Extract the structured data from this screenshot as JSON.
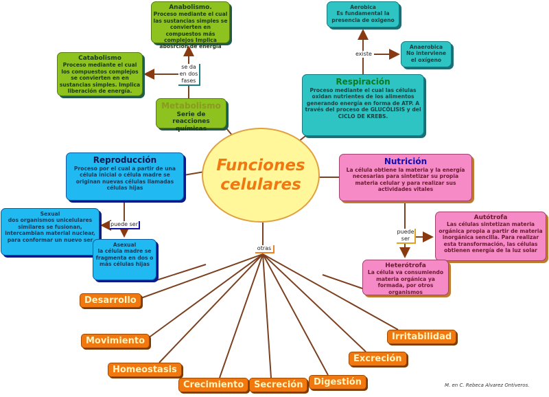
{
  "center": {
    "line1": "Funciones",
    "line2": "celulares"
  },
  "metabolismo": {
    "title": "Metabolismo",
    "text": "Serie de reacciones químicas",
    "link": "se da en dos fases",
    "anabolismo": {
      "title": "Anabolismo.",
      "text": "Proceso mediante el cual las sustancias simples se convierten en compuestos más complejos Implica abosrción de energía"
    },
    "catabolismo": {
      "title": "Catabolismo",
      "text": "Proceso mediante el cual los compuestos complejos se convierten en en sustancias simples. Implica liberación de energía."
    }
  },
  "respiracion": {
    "title": "Respiración",
    "text": "Proceso mediante el cual las células oxidan nutrientes de los alimentos generando energía en forma de ATP. A través del proceso de GLUCÓLISIS y del CICLO DE KREBS.",
    "link": "existe",
    "aerobica": {
      "title": "Aerobica",
      "text": "Es fundamental la presencia de oxigeno"
    },
    "anaerobica": {
      "title": "Anaerobica",
      "text": "No interviene el oxígeno"
    }
  },
  "reproduccion": {
    "title": "Reproducción",
    "text": "Proceso por el cual a partir de una célula inicial o célula madre se originan nuevas células llamadas células hijas",
    "link": "puede ser",
    "sexual": {
      "title": "Sexual",
      "text": "dos organismos unicelulares similares se fusionan, intercambian material nuclear, para conformar un nuevo ser"
    },
    "asexual": {
      "title": "Asexual",
      "text": "la célula madre se fragmenta en dos o más células hijas"
    }
  },
  "nutricion": {
    "title": "Nutrición",
    "text": "La célula obtiene la materia y la energía necesarias para sintetizar su propia materia celular y para realizar sus actividades vitales",
    "link": "puede ser",
    "autotrofa": {
      "title": "Autótrofa",
      "text": "Las células sintetizan materia orgánica propia a partir de materia inorgánica sencilla. Para realizar esta transformación, las células obtienen energía de la luz solar"
    },
    "heterotrofa": {
      "title": "Heterótrofa",
      "text": "La célula va consumiendo materia orgánica ya formada, por otros organismos"
    }
  },
  "otras": {
    "link": "otras",
    "items": [
      "Desarrollo",
      "Movimiento",
      "Homeostasis",
      "Crecimiento",
      "Secreción",
      "Digestión",
      "Excreción",
      "Irritabilidad"
    ]
  },
  "credit": "M. en C. Rebeca Alvarez Ontiveros."
}
